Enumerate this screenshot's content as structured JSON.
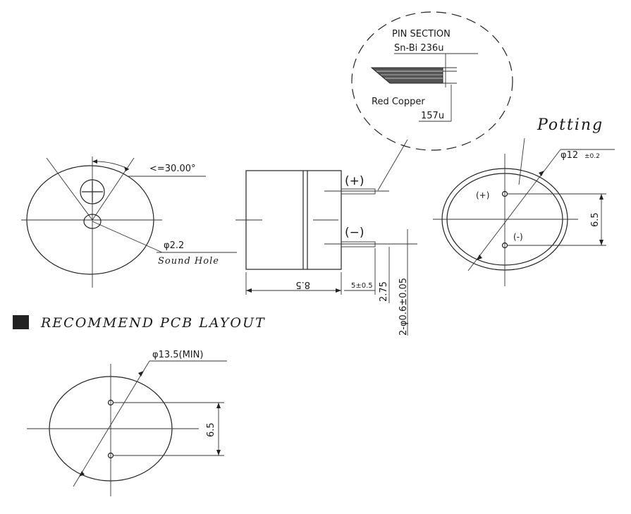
{
  "pin_section": {
    "title": "PIN SECTION",
    "plating": "Sn-Bi 236u",
    "base": "Red Copper",
    "base_thickness": "157u"
  },
  "front_view": {
    "angle": "<=30.00°",
    "sound_hole_dia": "φ2.2",
    "sound_hole_label": "Sound Hole"
  },
  "side_view": {
    "pos_label": "(+)",
    "neg_label": "(−)",
    "height": "8.5",
    "pin_offset": "5±0.5",
    "pin_length": "2.75",
    "pin_dia": "2-φ0.6±0.05"
  },
  "bottom_view": {
    "label": "Potting",
    "diameter": "φ12",
    "diameter_tol": "±0.2",
    "pos_label": "(+)",
    "neg_label": "(-)",
    "pin_spacing": "6.5"
  },
  "pcb_layout": {
    "heading": "RECOMMEND PCB LAYOUT",
    "diameter": "φ13.5(MIN)",
    "pin_spacing": "6.5"
  }
}
